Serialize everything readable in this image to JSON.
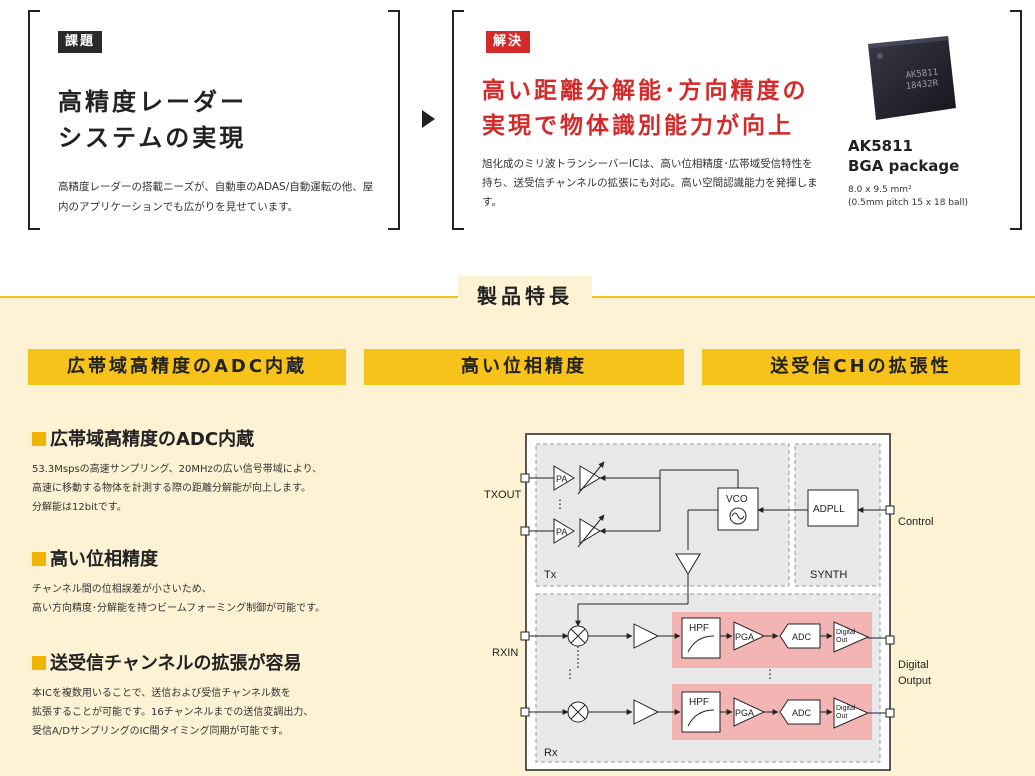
{
  "problem": {
    "tag": "課題",
    "heading": "高精度レーダー\nシステムの実現",
    "body": "高精度レーダーの搭載ニーズが、自動車のADAS/自動運転の他、屋内のアプリケーションでも広がりを見せています。"
  },
  "solution": {
    "tag": "解決",
    "heading": "高い距離分解能･方向精度の\n実現で物体識別能力が向上",
    "body": "旭化成のミリ波トランシーバーICは、高い位相精度･広帯域受信特性を持ち、送受信チャンネルの拡張にも対応。高い空間認識能力を発揮します。"
  },
  "chip": {
    "marking": "AK5811\n18432R",
    "name": "AK5811\nBGA package",
    "spec": "8.0 x 9.5 mm²\n(0.5mm pitch  15 x 18 ball)"
  },
  "section_title": "製品特長",
  "tabs": [
    "広帯域高精度のADC内蔵",
    "高い位相精度",
    "送受信CHの拡張性"
  ],
  "features": [
    {
      "title": "広帯域高精度のADC内蔵",
      "body": "53.3Mspsの高速サンプリング、20MHzの広い信号帯域により、\n高速に移動する物体を計測する際の距離分解能が向上します。\n分解能は12bitです。"
    },
    {
      "title": "高い位相精度",
      "body": "チャンネル間の位相誤差が小さいため、\n高い方向精度･分解能を持つビームフォーミング制御が可能です。"
    },
    {
      "title": "送受信チャンネルの拡張が容易",
      "body": "本ICを複数用いることで、送信および受信チャンネル数を\n拡張することが可能です。16チャンネルまでの送信変調出力、\n受信A/DサンプリングのIC間タイミング同期が可能です。"
    }
  ],
  "block_diagram": {
    "labels": {
      "txout": "TXOUT",
      "rxin": "RXIN",
      "control": "Control",
      "digital_output": "Digital\nOutput",
      "tx": "Tx",
      "rx": "Rx",
      "synth": "SYNTH",
      "vco": "VCO",
      "adpll": "ADPLL",
      "pa": "PA",
      "hpf": "HPF",
      "pga": "PGA",
      "adc": "ADC",
      "digital_out": "Digital\nOut",
      "ellipsis": "⋮"
    }
  },
  "colors": {
    "accent_yellow": "#f7c31a",
    "solution_red": "#d42a2a",
    "section_bg": "#fdf2d3",
    "rx_chain_pink": "#f3b4b4"
  }
}
